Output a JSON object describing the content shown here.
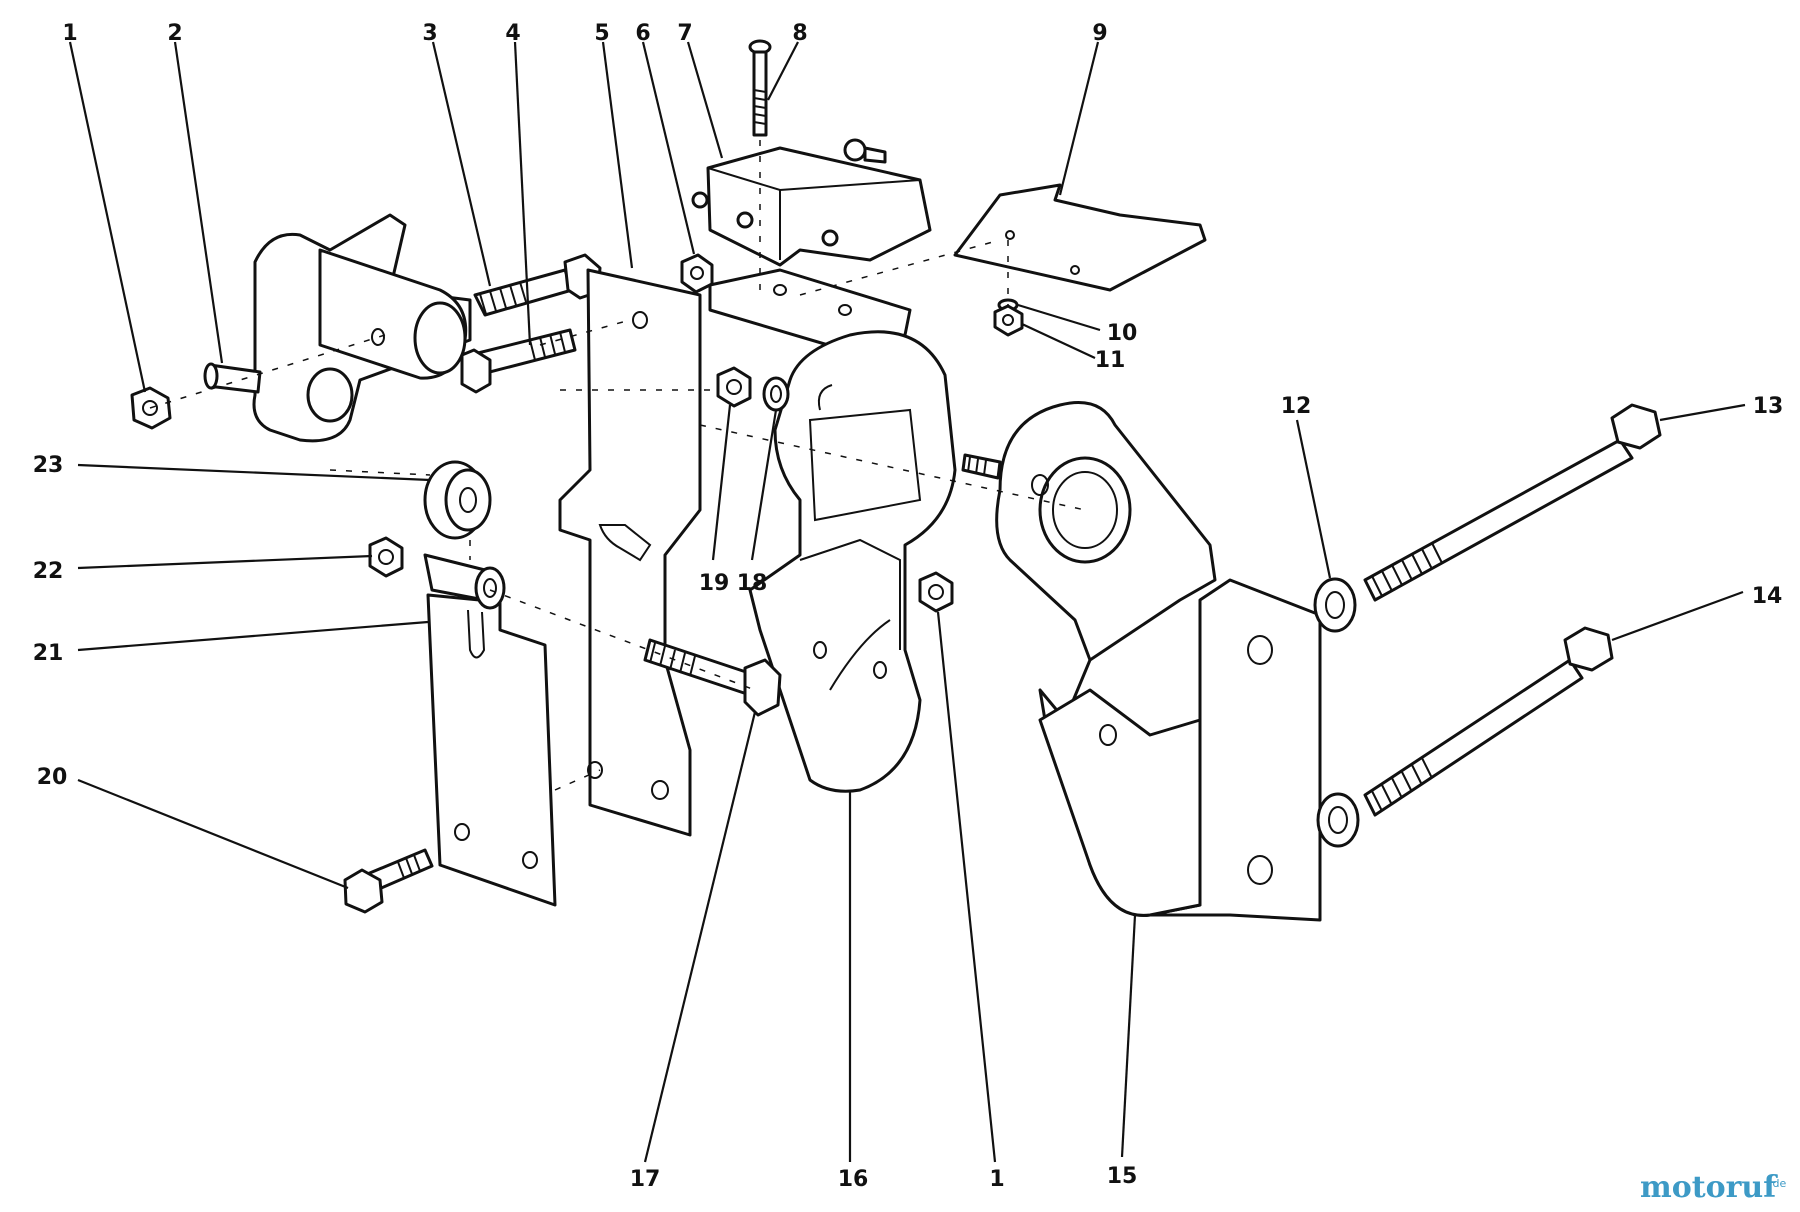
{
  "labels": [
    "1",
    "2",
    "3",
    "4",
    "5",
    "6",
    "7",
    "8",
    "9",
    "10",
    "11",
    "12",
    "13",
    "14",
    "15",
    "16",
    "17",
    "18",
    "19",
    "20",
    "21",
    "22",
    "23",
    "1"
  ],
  "watermark": {
    "name": "motoruf",
    "suffix": ".de",
    "color": "#3d9ac6"
  }
}
